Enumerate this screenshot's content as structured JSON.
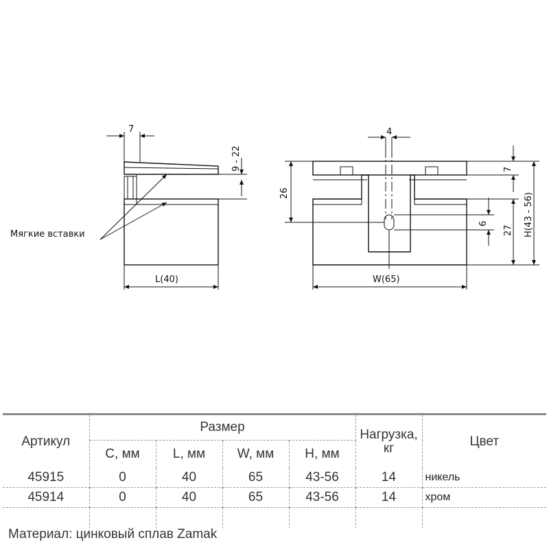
{
  "drawing": {
    "side_view": {
      "dim_top": "7",
      "dim_gap": "9 - 22",
      "dim_length": "L(40)",
      "callout": "Мягкие вставки"
    },
    "front_view": {
      "dim_top": "4",
      "dim_26": "26",
      "dim_7": "7",
      "dim_6": "6",
      "dim_27": "27",
      "dim_height": "H(43 - 56)",
      "dim_width": "W(65)"
    }
  },
  "table": {
    "headers": {
      "article": "Артикул",
      "size": "Размер",
      "load": "Нагрузка, кг",
      "color": "Цвет",
      "c_mm": "C, мм",
      "l_mm": "L, мм",
      "w_mm": "W, мм",
      "h_mm": "H, мм"
    },
    "rows": [
      {
        "article": "45915",
        "c": "0",
        "l": "40",
        "w": "65",
        "h": "43-56",
        "load": "14",
        "color": "никель"
      },
      {
        "article": "45914",
        "c": "0",
        "l": "40",
        "w": "65",
        "h": "43-56",
        "load": "14",
        "color": "хром"
      }
    ]
  },
  "material_note": "Материал: цинковый сплав Zamak"
}
